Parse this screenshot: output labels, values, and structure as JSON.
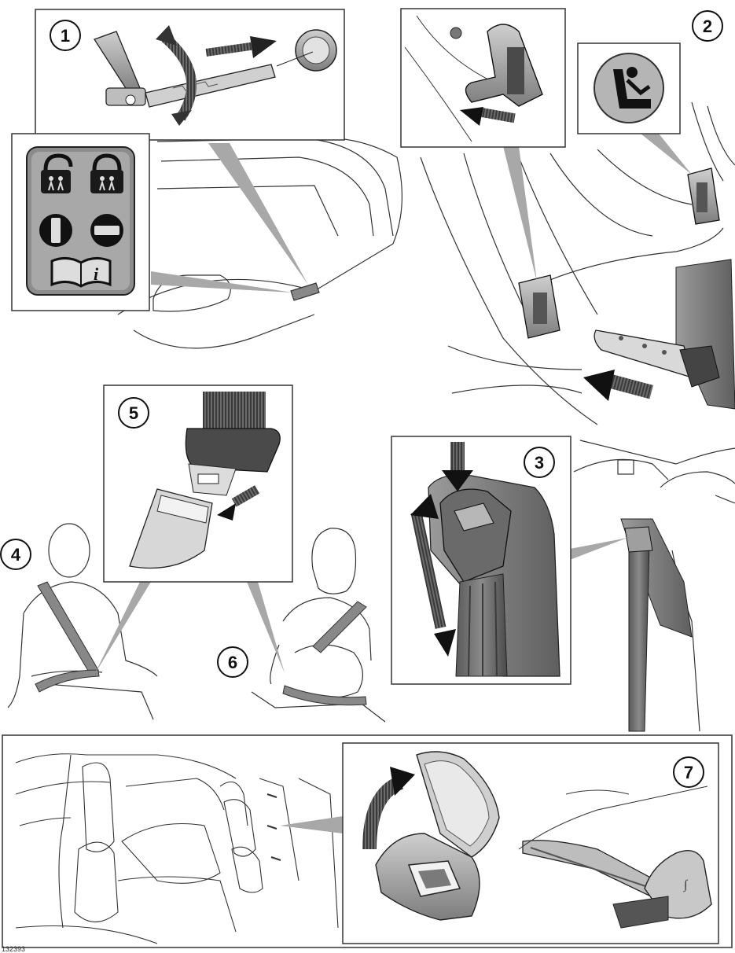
{
  "callouts": {
    "c1": "1",
    "c2": "2",
    "c3": "3",
    "c4": "4",
    "c5": "5",
    "c6": "6",
    "c7": "7"
  },
  "reference_code": "132393",
  "colors": {
    "line": "#222222",
    "light_gray": "#d9d9d9",
    "mid_gray": "#9a9a9a",
    "dark_gray": "#555555",
    "panel_bg": "#ffffff"
  },
  "icons": [
    "child-lock-unlocked-icon",
    "child-lock-locked-icon",
    "handbook-info-icon",
    "isofix-child-seat-icon"
  ]
}
